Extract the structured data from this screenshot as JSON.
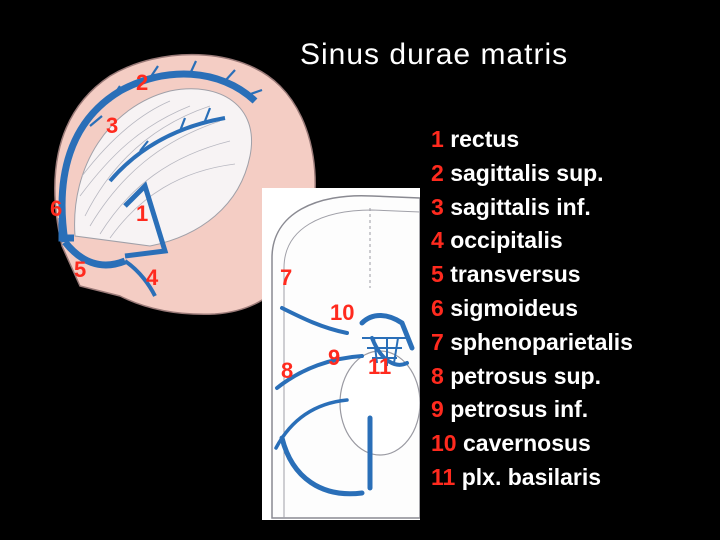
{
  "title": "Sinus durae matris",
  "figure_labels": {
    "n1": "1",
    "n2": "2",
    "n3": "3",
    "n4": "4",
    "n5": "5",
    "n6": "6",
    "n7": "7",
    "n8": "8",
    "n9": "9",
    "n10": "10",
    "n11": "11"
  },
  "legend": [
    {
      "num": "1",
      "name": "rectus"
    },
    {
      "num": "2",
      "name": "sagittalis sup."
    },
    {
      "num": "3",
      "name": "sagittalis inf."
    },
    {
      "num": "4",
      "name": "occipitalis"
    },
    {
      "num": "5",
      "name": "transversus"
    },
    {
      "num": "6",
      "name": "sigmoideus"
    },
    {
      "num": "7",
      "name": "sphenoparietalis"
    },
    {
      "num": "8",
      "name": "petrosus sup."
    },
    {
      "num": "9",
      "name": "petrosus inf."
    },
    {
      "num": "10",
      "name": "cavernosus"
    },
    {
      "num": "11",
      "name": "plx. basilaris"
    }
  ],
  "colors": {
    "sinus": "#2a6fb8",
    "label": "#ff2a1e",
    "dura": "#f3c9c0",
    "background": "#000000"
  }
}
